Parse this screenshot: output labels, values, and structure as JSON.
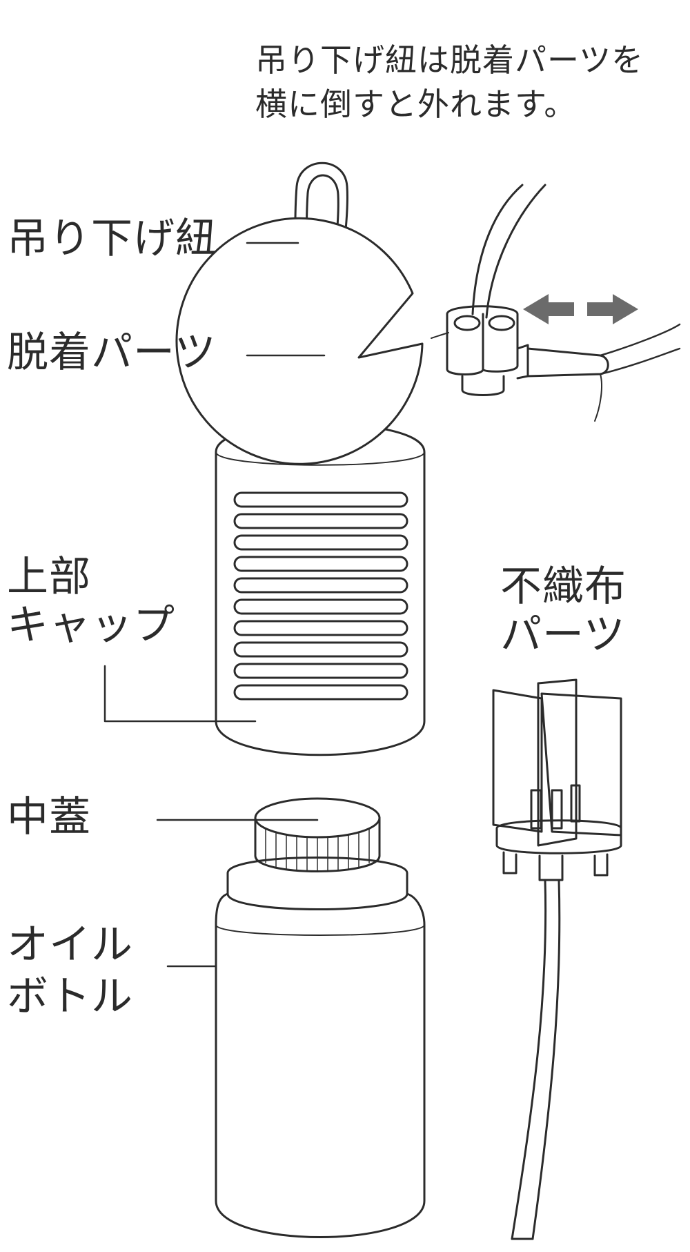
{
  "note": {
    "line1": "吊り下げ紐は脱着パーツを",
    "line2": "横に倒すと外れます。"
  },
  "labels": {
    "strap": "吊り下げ紐",
    "detach_part": "脱着パーツ",
    "upper_cap_1": "上部",
    "upper_cap_2": "キャップ",
    "nonwoven_1": "不織布",
    "nonwoven_2": "パーツ",
    "inner_lid": "中蓋",
    "oil_bottle_1": "オイル",
    "oil_bottle_2": "ボトル"
  },
  "colors": {
    "line": "#2b2b2b",
    "arrow": "#6b6b6b",
    "background": "#ffffff"
  },
  "icons": {
    "detail_arrows": "double-arrow-left-right-icon"
  }
}
